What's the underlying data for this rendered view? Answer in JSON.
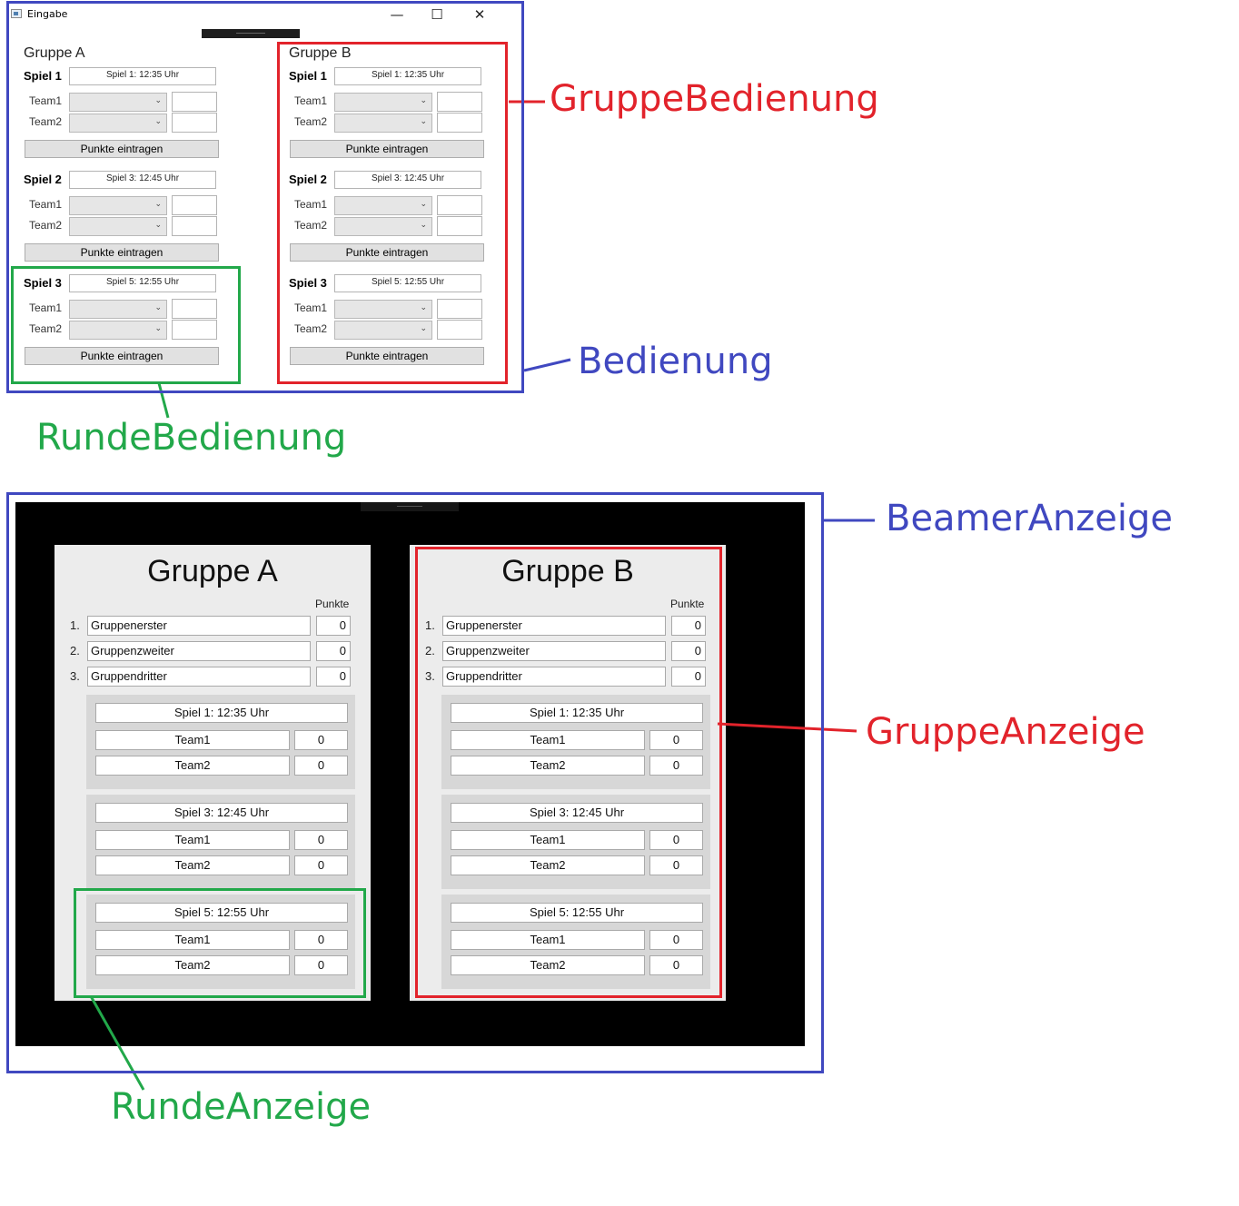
{
  "window": {
    "title": "Eingabe",
    "minimize_glyph": "—",
    "maximize_glyph": "☐",
    "close_glyph": "✕"
  },
  "controls": {
    "team1_label": "Team1",
    "team2_label": "Team2",
    "button_label": "Punkte eintragen",
    "chevron_glyph": "⌄",
    "groups": [
      {
        "title": "Gruppe A",
        "matches": [
          {
            "label": "Spiel 1",
            "time": "Spiel 1: 12:35 Uhr"
          },
          {
            "label": "Spiel 2",
            "time": "Spiel 3: 12:45 Uhr"
          },
          {
            "label": "Spiel 3",
            "time": "Spiel 5: 12:55 Uhr"
          }
        ]
      },
      {
        "title": "Gruppe B",
        "matches": [
          {
            "label": "Spiel 1",
            "time": "Spiel 1: 12:35 Uhr"
          },
          {
            "label": "Spiel 2",
            "time": "Spiel 3: 12:45 Uhr"
          },
          {
            "label": "Spiel 3",
            "time": "Spiel 5: 12:55 Uhr"
          }
        ]
      }
    ]
  },
  "beamer": {
    "points_header": "Punkte",
    "groups": [
      {
        "title": "Gruppe A",
        "standings": [
          {
            "rank": "1.",
            "name": "Gruppenerster",
            "points": "0"
          },
          {
            "rank": "2.",
            "name": "Gruppenzweiter",
            "points": "0"
          },
          {
            "rank": "3.",
            "name": "Gruppendritter",
            "points": "0"
          }
        ],
        "matches": [
          {
            "time": "Spiel 1: 12:35 Uhr",
            "team1": "Team1",
            "score1": "0",
            "team2": "Team2",
            "score2": "0"
          },
          {
            "time": "Spiel 3: 12:45 Uhr",
            "team1": "Team1",
            "score1": "0",
            "team2": "Team2",
            "score2": "0"
          },
          {
            "time": "Spiel 5: 12:55 Uhr",
            "team1": "Team1",
            "score1": "0",
            "team2": "Team2",
            "score2": "0"
          }
        ]
      },
      {
        "title": "Gruppe B",
        "standings": [
          {
            "rank": "1.",
            "name": "Gruppenerster",
            "points": "0"
          },
          {
            "rank": "2.",
            "name": "Gruppenzweiter",
            "points": "0"
          },
          {
            "rank": "3.",
            "name": "Gruppendritter",
            "points": "0"
          }
        ],
        "matches": [
          {
            "time": "Spiel 1: 12:35 Uhr",
            "team1": "Team1",
            "score1": "0",
            "team2": "Team2",
            "score2": "0"
          },
          {
            "time": "Spiel 3: 12:45 Uhr",
            "team1": "Team1",
            "score1": "0",
            "team2": "Team2",
            "score2": "0"
          },
          {
            "time": "Spiel 5: 12:55 Uhr",
            "team1": "Team1",
            "score1": "0",
            "team2": "Team2",
            "score2": "0"
          }
        ]
      }
    ]
  },
  "annotations": {
    "gruppe_bedienung": "GruppeBedienung",
    "bedienung": "Bedienung",
    "runde_bedienung": "RundeBedienung",
    "beamer_anzeige": "BeamerAnzeige",
    "gruppe_anzeige": "GruppeAnzeige",
    "runde_anzeige": "RundeAnzeige"
  },
  "colors": {
    "blue": "#4048c0",
    "red": "#e2232b",
    "green": "#22a84a"
  }
}
